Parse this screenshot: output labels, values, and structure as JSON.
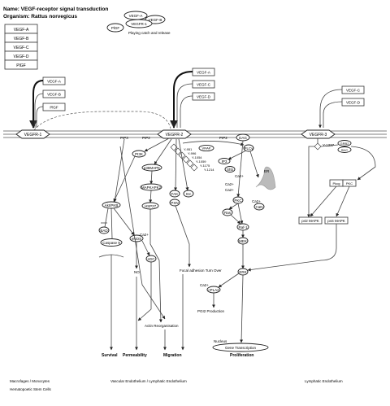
{
  "header": {
    "name_line": "Name: VEGF-receptor signal transduction",
    "organism_line": "Organism: Rattus norvegicus"
  },
  "legend": {
    "items": [
      "VEGF-A",
      "VEGF-B",
      "VEGF-C",
      "VEGF-D",
      "PlGF"
    ],
    "catch_release": {
      "vegfa": "VEGF-A",
      "vegfb": "VEGF-B",
      "vegfr1": "VEGFR-1",
      "plgf": "PlGF",
      "caption": "Playing catch and release"
    }
  },
  "ligands": {
    "r1": [
      "VEGF-A",
      "VEGF-B",
      "PlGF"
    ],
    "r2": [
      "VEGF-A",
      "VEGF-C",
      "VEGF-D"
    ],
    "r3": [
      "VEGF-C",
      "VEGF-D"
    ]
  },
  "receptors": {
    "r1": "VEGFR-1",
    "r2": "VEGFR-2",
    "r3": "VEGFR-3"
  },
  "membrane_labels": {
    "pip3": "PIP3",
    "pip2_left": "PIP2",
    "pip2_right": "PIP2",
    "dag": "DAG"
  },
  "nodes": {
    "pi3k": "PI3K",
    "p38mapk": "p38MAPK",
    "mapkapk2": "MAPKAPK2",
    "hsp27": "HSP27",
    "fak": "FAK",
    "src": "Src",
    "pxn": "PXN",
    "akt": "Akt/PKB",
    "bad": "BAD",
    "casp9": "Caspase 9",
    "enos": "eNOS",
    "no": "NO",
    "ca2_a": "Ca2+",
    "sgc": "sGC",
    "ip3": "IP3",
    "er": "ER",
    "plcg": "PLCγ",
    "shb": "Shb",
    "ca_list": [
      "Ca2+",
      "Ca2+",
      "Ca2+"
    ],
    "pkc": "PKC",
    "ca2_b": "Ca2+",
    "cam": "CaN",
    "ras": "Ras",
    "raf1": "Raf-1",
    "mek": "MEK",
    "erk": "ERK",
    "ca2_c": "Ca2+",
    "cpla2": "cPLA2",
    "pgi2": "PGI2 Production",
    "focal": "Focal adhesion Turn Over",
    "actin": "Actin Reorganisation",
    "nucleus": "Nucleus",
    "gene_tx": "Gene Transcription",
    "r3_y1337": "Y-1337",
    "r3_grb2": "GRB2",
    "r3_shc": "SHC",
    "r3_pkcg": "Pkcg",
    "r3_pkc": "PKC",
    "p42": "p42 MAPK",
    "p44": "p44 MAPK"
  },
  "phospho_sites": [
    "Y-951",
    "Y-996",
    "Y-1054",
    "Y-1059",
    "Y-1175",
    "Y-1214"
  ],
  "vrap": "VRAP",
  "outcomes": {
    "survival": "Survival",
    "permeability": "Permeability",
    "migration": "Migration",
    "proliferation": "Proliferation"
  },
  "footer": {
    "left": [
      "Macrofages / Monocytes",
      "Hematopoetic Stem Cells"
    ],
    "mid": "Vascular Endothelium / Lymphatic Endothelium",
    "right": "Lymphatic Endothelium"
  }
}
